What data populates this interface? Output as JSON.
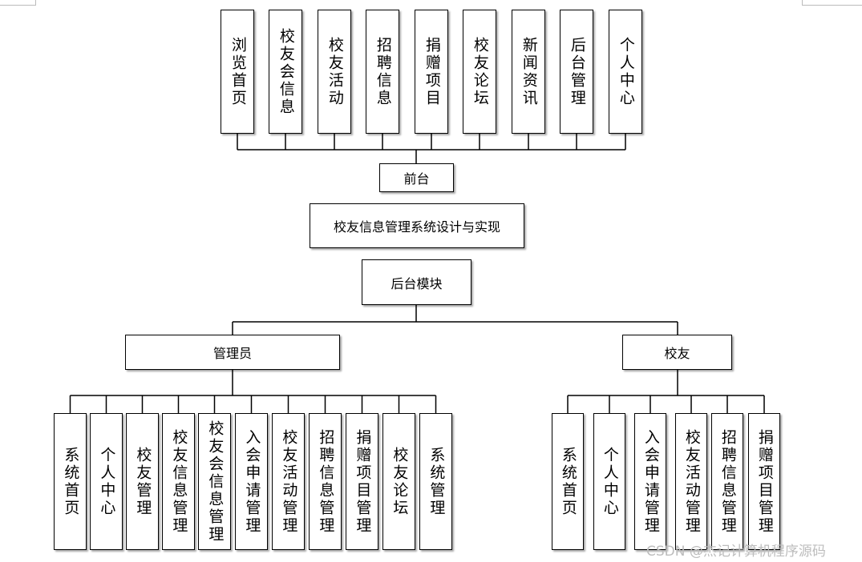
{
  "diagram": {
    "front_items": [
      "浏览首页",
      "校友会信息",
      "校友活动",
      "招聘信息",
      "捐赠项目",
      "校友论坛",
      "新闻资讯",
      "后台管理",
      "个人中心"
    ],
    "front_label": "前台",
    "system_title": "校友信息管理系统设计与实现",
    "backend_label": "后台模块",
    "admin_label": "管理员",
    "alumni_label": "校友",
    "admin_items": [
      "系统首页",
      "个人中心",
      "校友管理",
      "校友信息管理",
      "校友会信息管理",
      "入会申请管理",
      "校友活动管理",
      "招聘信息管理",
      "捐赠项目管理",
      "校友论坛",
      "系统管理"
    ],
    "alumni_items": [
      "系统首页",
      "个人中心",
      "入会申请管理",
      "校友活动管理",
      "招聘信息管理",
      "捐赠项目管理"
    ]
  },
  "watermark": "CSDN @杰记计算机程序源码"
}
